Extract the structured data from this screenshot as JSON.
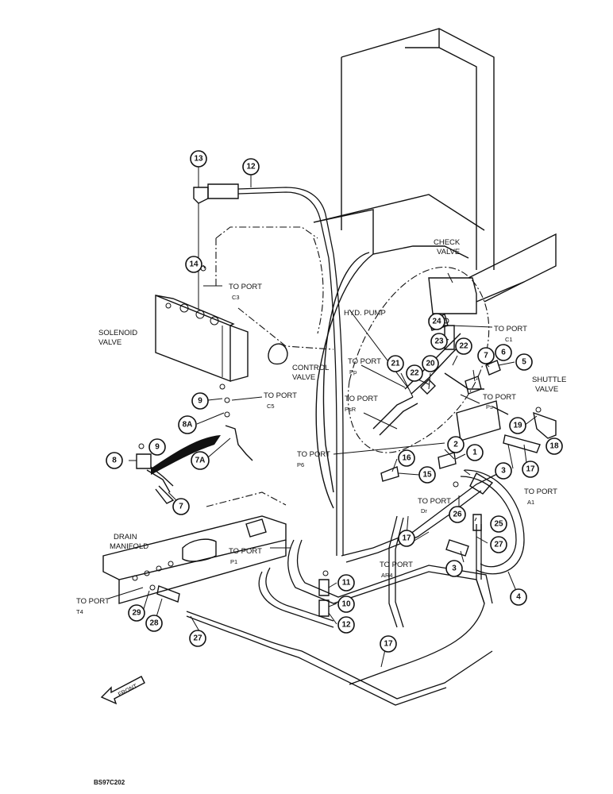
{
  "callouts": [
    {
      "id": "c13",
      "text": "13"
    },
    {
      "id": "c12a",
      "text": "12"
    },
    {
      "id": "c14",
      "text": "14"
    },
    {
      "id": "c9a",
      "text": "9"
    },
    {
      "id": "c8A",
      "text": "8A"
    },
    {
      "id": "c7A",
      "text": "7A"
    },
    {
      "id": "c9b",
      "text": "9"
    },
    {
      "id": "c8",
      "text": "8"
    },
    {
      "id": "c7a",
      "text": "7"
    },
    {
      "id": "c24",
      "text": "24"
    },
    {
      "id": "c23",
      "text": "23"
    },
    {
      "id": "c22a",
      "text": "22"
    },
    {
      "id": "c21",
      "text": "21"
    },
    {
      "id": "c22b",
      "text": "22"
    },
    {
      "id": "c20",
      "text": "20"
    },
    {
      "id": "c7b",
      "text": "7"
    },
    {
      "id": "c6",
      "text": "6"
    },
    {
      "id": "c5",
      "text": "5"
    },
    {
      "id": "c19",
      "text": "19"
    },
    {
      "id": "c18",
      "text": "18"
    },
    {
      "id": "c17a",
      "text": "17"
    },
    {
      "id": "c2",
      "text": "2"
    },
    {
      "id": "c1",
      "text": "1"
    },
    {
      "id": "c16",
      "text": "16"
    },
    {
      "id": "c15",
      "text": "15"
    },
    {
      "id": "c3a",
      "text": "3"
    },
    {
      "id": "c26",
      "text": "26"
    },
    {
      "id": "c25",
      "text": "25"
    },
    {
      "id": "c27a",
      "text": "27"
    },
    {
      "id": "c17b",
      "text": "17"
    },
    {
      "id": "c3b",
      "text": "3"
    },
    {
      "id": "c4",
      "text": "4"
    },
    {
      "id": "c11",
      "text": "11"
    },
    {
      "id": "c10",
      "text": "10"
    },
    {
      "id": "c12b",
      "text": "12"
    },
    {
      "id": "c29",
      "text": "29"
    },
    {
      "id": "c28",
      "text": "28"
    },
    {
      "id": "c27b",
      "text": "27"
    },
    {
      "id": "c17c",
      "text": "17"
    }
  ],
  "labels": {
    "check_valve": [
      "CHECK",
      "VALVE"
    ],
    "to_port_c1": {
      "text": "TO PORT",
      "sub": "C1"
    },
    "hyd_pump": "HYD. PUMP",
    "to_port_pp": {
      "text": "TO PORT",
      "sub": "Pp"
    },
    "to_port_c3": {
      "text": "TO PORT",
      "sub": "C3"
    },
    "solenoid_valve": [
      "SOLENOID",
      "VALVE"
    ],
    "control_valve": [
      "CONTROL",
      "VALVE"
    ],
    "to_port_c5": {
      "text": "TO PORT",
      "sub": "C5"
    },
    "to_port_psr": {
      "text": "TO PORT",
      "sub": "PsR"
    },
    "to_port_ps": {
      "text": "TO PORT",
      "sub": "Ps"
    },
    "shuttle_valve": [
      "SHUTTLE",
      "VALVE"
    ],
    "to_port_p6": {
      "text": "TO PORT",
      "sub": "P6"
    },
    "to_port_a1": {
      "text": "TO PORT",
      "sub": "A1"
    },
    "to_port_dr": {
      "text": "TO PORT",
      "sub": "Dr"
    },
    "drain_manifold": [
      "DRAIN",
      "MANIFOLD"
    ],
    "to_port_p1": {
      "text": "TO PORT",
      "sub": "P1"
    },
    "to_port_ar4": {
      "text": "TO PORT",
      "sub": "AR4"
    },
    "to_port_t4": {
      "text": "TO PORT",
      "sub": "T4"
    },
    "front": "FRONT",
    "figure_code": "BS97C202"
  }
}
